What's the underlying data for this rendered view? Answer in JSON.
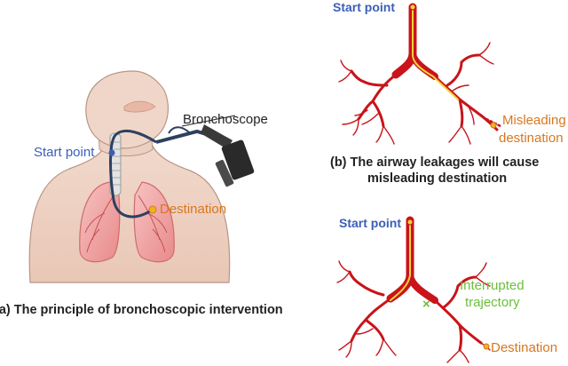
{
  "panel_a": {
    "bronchoscope_label": "Bronchoscope",
    "start_label": "Start point",
    "destination_label": "Destination",
    "caption": "(a) The principle of bronchoscopic intervention"
  },
  "panel_b": {
    "start_label": "Start point",
    "misleading_line1": "Misleading",
    "misleading_line2": "destination",
    "caption_line1": "(b) The airway leakages will cause",
    "caption_line2": "misleading destination"
  },
  "panel_c": {
    "start_label": "Start point",
    "interrupted_line1": "Interrupted",
    "interrupted_line2": "trajectory",
    "destination_label": "Destination",
    "marker": "×"
  },
  "colors": {
    "start_blue": "#3b5eb8",
    "destination_orange": "#d9771e",
    "interrupted_green": "#6bbf3a",
    "airway_red": "#c8141a",
    "path_yellow": "#f4d23a"
  }
}
